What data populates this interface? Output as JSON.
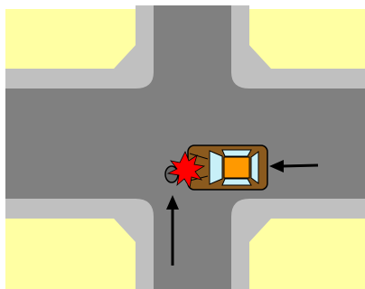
{
  "diagram": {
    "type": "intersection-collision",
    "roads": [
      "horizontal-road",
      "vertical-road"
    ],
    "blocks": [
      "top-left",
      "top-right",
      "bottom-left",
      "bottom-right"
    ],
    "vehicles": [
      {
        "kind": "car",
        "body_color": "#8b5a1e",
        "roof_color": "#ff9900",
        "glass_color": "#c8f0f8",
        "travel_direction": "west"
      },
      {
        "kind": "motorcycle",
        "color": "#666666",
        "travel_direction": "north"
      }
    ],
    "impact_marker": {
      "kind": "collision-burst",
      "color": "#ff0000"
    },
    "arrows": [
      {
        "kind": "car-direction-arrow",
        "direction": "west"
      },
      {
        "kind": "motorcycle-direction-arrow",
        "direction": "north"
      }
    ],
    "colors": {
      "block_fill": "#ffffa3",
      "sidewalk": "#c0c0c0",
      "road": "#808080",
      "arrow": "#000000"
    }
  }
}
